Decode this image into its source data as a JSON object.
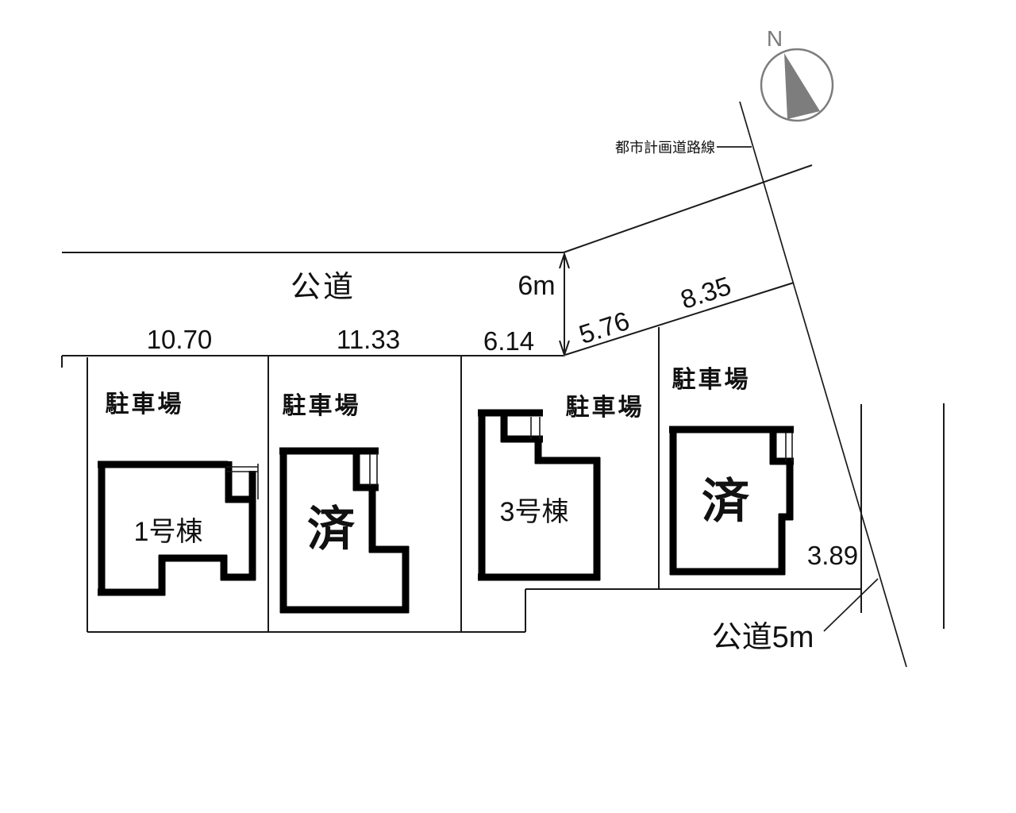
{
  "compass": {
    "north_label": "N"
  },
  "roads": {
    "main_road_label": "公道",
    "main_road_width": "6m",
    "side_road_label": "公道5m",
    "city_planning_line_label": "都市計画道路線"
  },
  "dimensions": {
    "lot1_frontage": "10.70",
    "lot2_frontage": "11.33",
    "lot3_frontage": "6.14",
    "slant_frontage_left": "5.76",
    "slant_frontage_right": "8.35",
    "right_side_width": "3.89"
  },
  "lots": [
    {
      "parking_label": "駐車場",
      "building_label": "1号棟"
    },
    {
      "parking_label": "駐車場",
      "building_label": "済"
    },
    {
      "parking_label": "駐車場",
      "building_label": "3号棟"
    },
    {
      "parking_label": "駐車場",
      "building_label": "済"
    }
  ],
  "colors": {
    "line": "#1a1a1a",
    "compass_gray": "#7d7d7d",
    "background": "#ffffff"
  }
}
